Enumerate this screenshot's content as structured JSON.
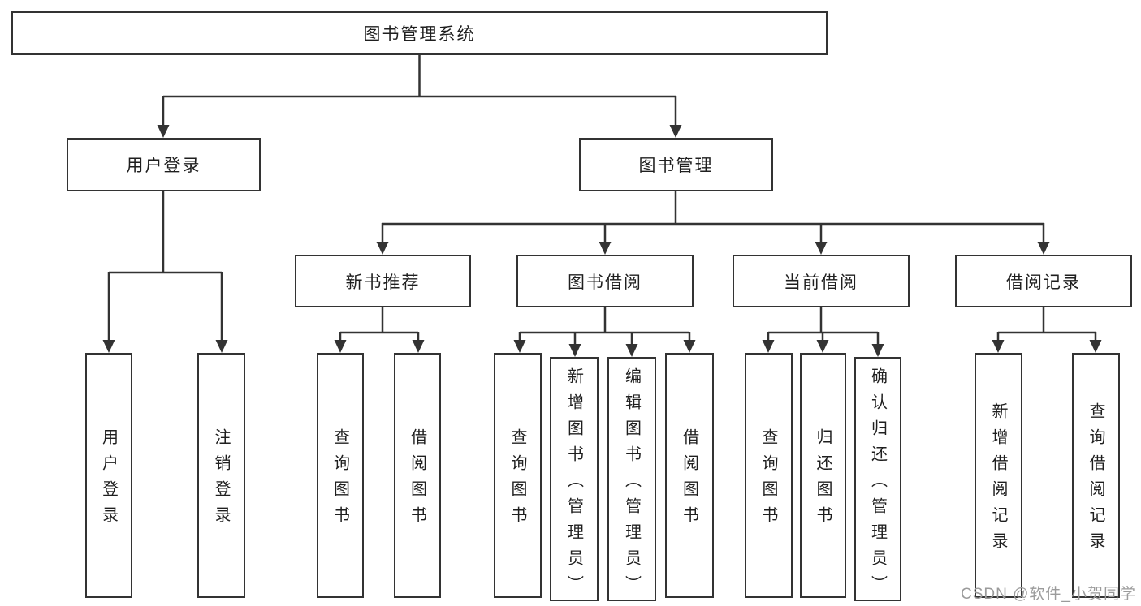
{
  "diagram_type": "hierarchy-tree",
  "nodes": {
    "root": {
      "label": "图书管理系统"
    },
    "user_login_group": {
      "label": "用户登录"
    },
    "book_mgmt": {
      "label": "图书管理"
    },
    "new_book_rec": {
      "label": "新书推荐"
    },
    "book_borrow": {
      "label": "图书借阅"
    },
    "current_borrow": {
      "label": "当前借阅"
    },
    "borrow_records": {
      "label": "借阅记录"
    },
    "leaf_user_login": {
      "label": "用户登录"
    },
    "leaf_logout": {
      "label": "注销登录"
    },
    "leaf_rec_query": {
      "label": "查询图书"
    },
    "leaf_rec_borrow": {
      "label": "借阅图书"
    },
    "leaf_bb_query": {
      "label": "查询图书"
    },
    "leaf_bb_add": {
      "label": "新增图书（管理员）"
    },
    "leaf_bb_edit": {
      "label": "编辑图书（管理员）"
    },
    "leaf_bb_borrow": {
      "label": "借阅图书"
    },
    "leaf_cb_query": {
      "label": "查询图书"
    },
    "leaf_cb_return": {
      "label": "归还图书"
    },
    "leaf_cb_confirm": {
      "label": "确认归还（管理员）"
    },
    "leaf_br_add": {
      "label": "新增借阅记录"
    },
    "leaf_br_query": {
      "label": "查询借阅记录"
    }
  },
  "watermark": {
    "text": "CSDN @软件_小贺同学"
  },
  "colors": {
    "line": "#333333",
    "text": "#1f1f1f",
    "background": "#ffffff",
    "watermark": "#9b9b9b"
  }
}
